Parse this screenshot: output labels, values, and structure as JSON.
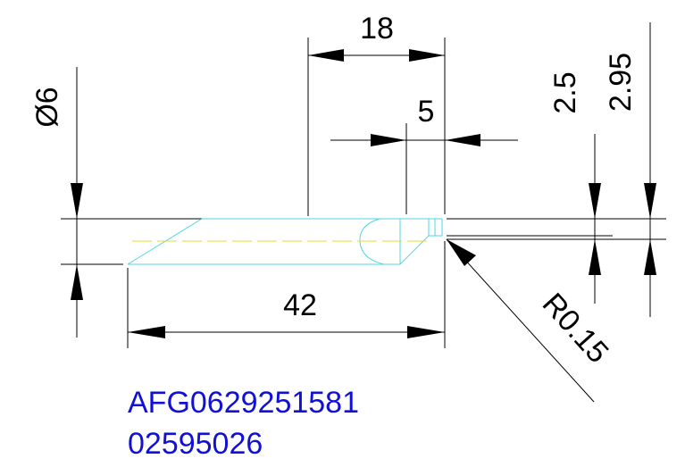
{
  "dimensions": {
    "diameter": "Ø6",
    "length_18": "18",
    "length_5": "5",
    "length_42": "42",
    "height_2_5": "2.5",
    "height_2_95": "2.95",
    "radius": "R0.15"
  },
  "part_numbers": {
    "line1": "AFG0629251581",
    "line2": "02595026"
  },
  "colors": {
    "dimension": "#000000",
    "outline": "#4fd6e8",
    "centerline": "#e2dc32",
    "part_text": "#1010d8"
  }
}
